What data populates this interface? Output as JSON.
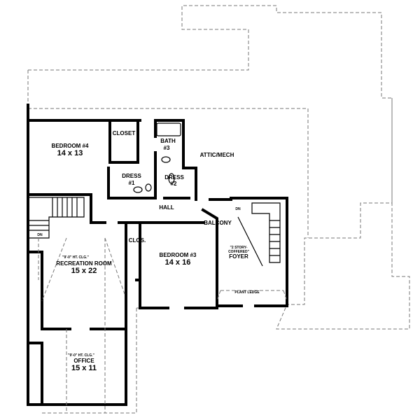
{
  "rooms": {
    "bedroom4": {
      "name": "BEDROOM #4",
      "size": "14 x 13"
    },
    "closet": {
      "name": "CLOSET"
    },
    "bath3": {
      "name": "BATH",
      "number": "#3"
    },
    "attic": {
      "name": "ATTIC/MECH"
    },
    "dress1": {
      "name": "DRESS",
      "number": "#1"
    },
    "dress2": {
      "name": "DRESS",
      "number": "#2"
    },
    "hall": {
      "name": "HALL"
    },
    "balcony": {
      "name": "BALCONY"
    },
    "clos": {
      "name": "CLOS."
    },
    "bedroom3": {
      "name": "BEDROOM #3",
      "size": "14 x 16"
    },
    "recreation": {
      "note": "\"9'-0\" HT. CLG.\"",
      "name": "RECREATION ROOM",
      "size": "15 x 22"
    },
    "office": {
      "note": "\"9'-0\" HT. CLG.\"",
      "name": "OFFICE",
      "size": "15 x 11"
    },
    "foyer": {
      "note1": "\"2 STORY-",
      "note2": "COFFERED\"",
      "name": "FOYER"
    },
    "plant_ledge": {
      "name": "PLANT LEDGE"
    }
  },
  "stairs": {
    "left_label": "DN",
    "right_label": "DN"
  }
}
